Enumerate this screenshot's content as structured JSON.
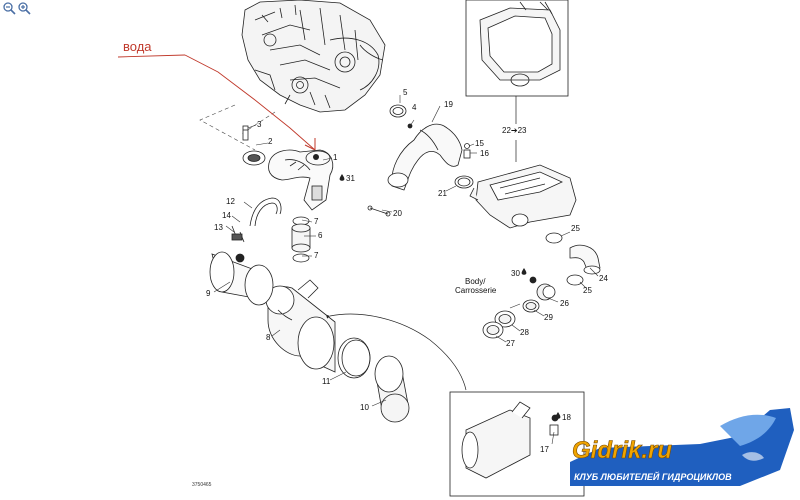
{
  "toolbar": {
    "zoom_out_icon": "zoom-out-icon",
    "zoom_in_icon": "zoom-in-icon"
  },
  "annotation": {
    "text": "вода",
    "color": "#c0392b"
  },
  "callouts": {
    "c1": "1",
    "c2": "2",
    "c3": "3",
    "c4": "4",
    "c5": "5",
    "c6": "6",
    "c7a": "7",
    "c7b": "7",
    "c8": "8",
    "c9": "9",
    "c10": "10",
    "c11": "11",
    "c12": "12",
    "c13": "13",
    "c14": "14",
    "c15": "15",
    "c16": "16",
    "c17": "17",
    "c18": "18",
    "c19": "19",
    "c20": "20",
    "c21": "21",
    "c22_23": "22➔23",
    "c24": "24",
    "c25a": "25",
    "c25b": "25",
    "c26": "26",
    "c27": "27",
    "c28": "28",
    "c29": "29",
    "c30": "30",
    "c31": "31"
  },
  "body_label": {
    "line1": "Body/",
    "line2": "Carrosserie"
  },
  "drawing_id": "3750465",
  "watermark": {
    "brand": "Gidrik.ru",
    "tagline": "КЛУБ ЛЮБИТЕЛЕЙ ГИДРОЦИКЛОВ",
    "colors": {
      "brand_text": "#f0a400",
      "banner": "#1f5fbf",
      "tagline_text": "#ffffff"
    }
  }
}
